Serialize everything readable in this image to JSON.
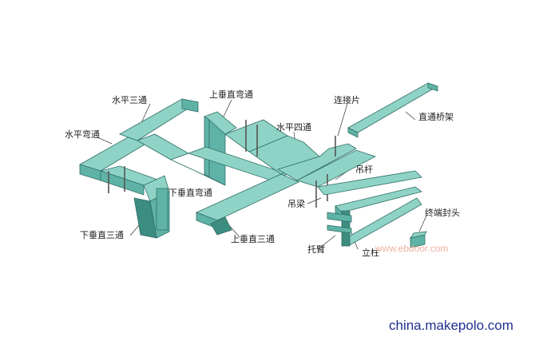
{
  "labels": {
    "water_tee": "水平三通",
    "upper_vertical_elbow": "上垂直弯通",
    "connector_plate": "连接片",
    "water_elbow": "水平弯通",
    "water_cross": "水平四通",
    "straight_tray": "直通桥架",
    "hanger_rod": "吊杆",
    "lower_vertical_elbow": "下垂直弯通",
    "hanger_beam": "吊梁",
    "end_cap": "终端封头",
    "lower_vertical_tee": "下垂直三通",
    "upper_vertical_tee": "上垂直三通",
    "bracket_arm": "托臂",
    "column": "立柱"
  },
  "watermark": {
    "site": "china.makepolo.com",
    "faint": "www.ebdoor.com"
  },
  "colors": {
    "tray_top": "#8fd3c6",
    "tray_side": "#5fb3a6",
    "tray_dark": "#3d8c80",
    "outline": "#2f6e66"
  }
}
